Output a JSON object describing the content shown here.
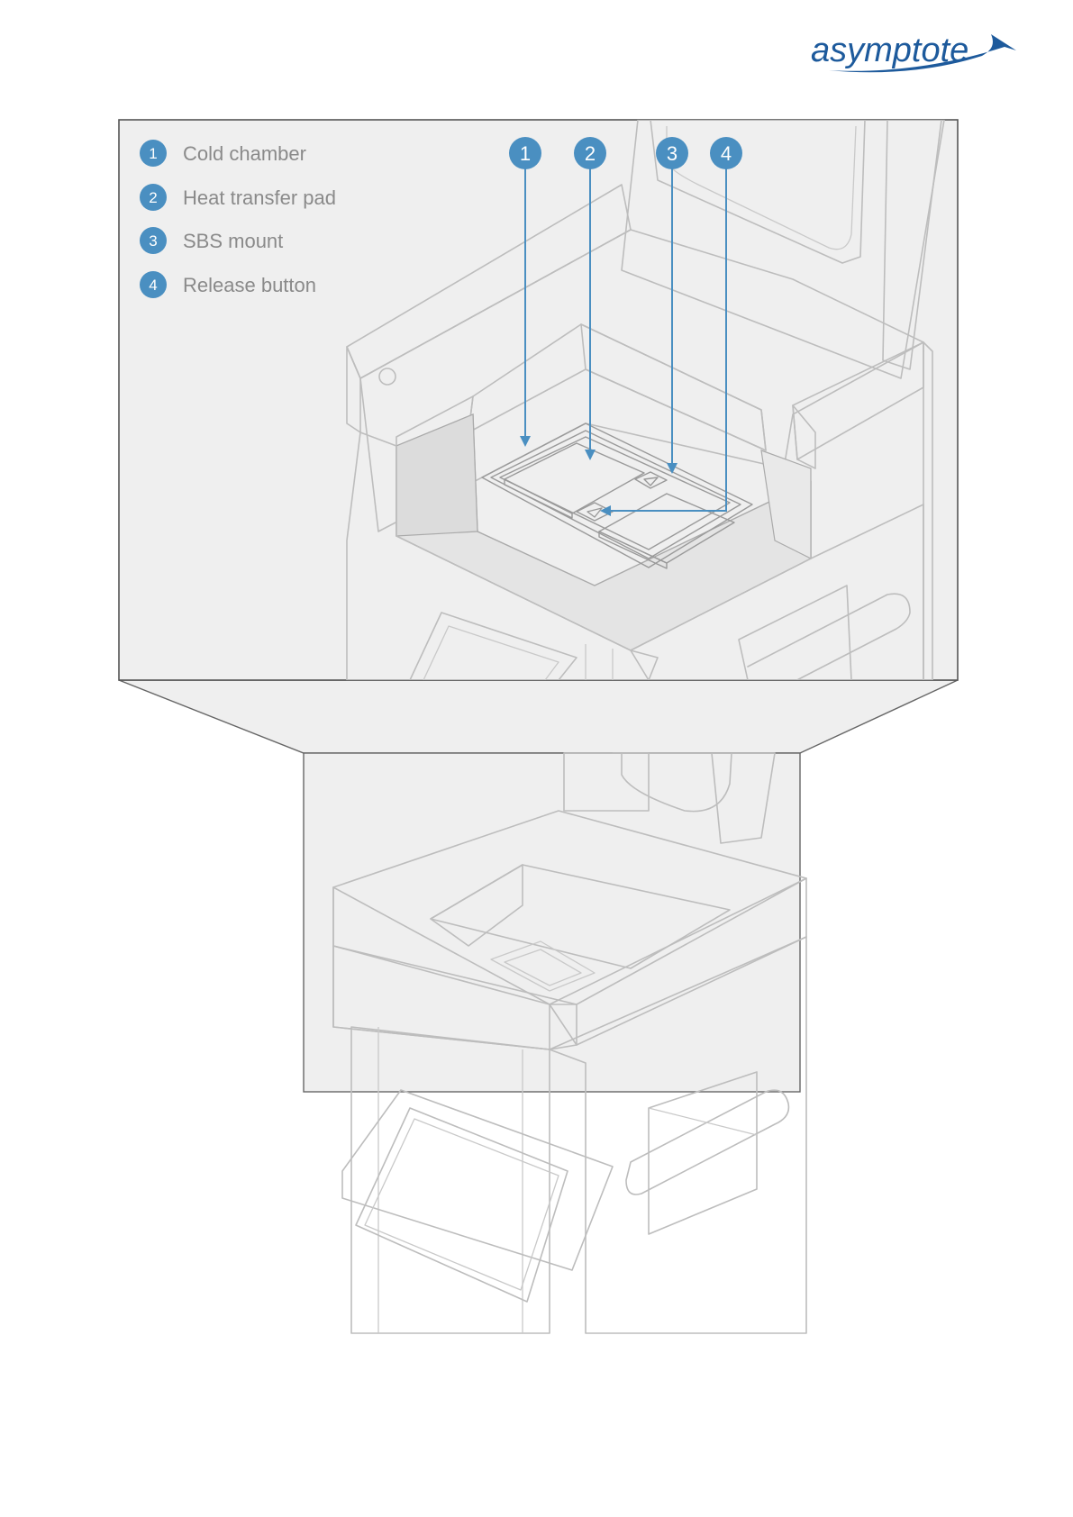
{
  "brand": {
    "logo_text": "asymptote",
    "logo_color": "#1d5a9c"
  },
  "colors": {
    "callout_blue": "#4a8fc1",
    "panel_bg": "#efefef",
    "line_gray": "#bdbdbd"
  },
  "legend": [
    {
      "number": "1",
      "label": "Cold chamber"
    },
    {
      "number": "2",
      "label": "Heat transfer pad"
    },
    {
      "number": "3",
      "label": "SBS mount"
    },
    {
      "number": "4",
      "label": "Release button"
    }
  ],
  "callouts": [
    "1",
    "2",
    "3",
    "4"
  ]
}
